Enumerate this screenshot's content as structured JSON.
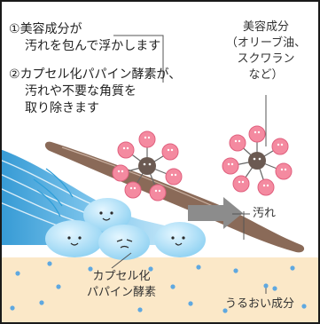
{
  "steps": [
    {
      "num": "①",
      "line1": "美容成分が",
      "line2": "汚れを包んで浮かします"
    },
    {
      "num": "②",
      "line1": "カプセル化パパイン酵素が、",
      "line2": "汚れや不要な角質を",
      "line3": "取り除きます"
    }
  ],
  "beauty_label": [
    "美容成分",
    "（オリーブ油、",
    "スクワラン",
    "など）"
  ],
  "dirt_label": "汚れ",
  "enzyme_label": [
    "カプセル化",
    "パパイン酵素"
  ],
  "moisture_label": "うるおい成分",
  "colors": {
    "skin": "#fbe8c8",
    "dirt": "#8a6a58",
    "wave": "#2f9ed8",
    "capsule": "#a6dcf5",
    "flower_pink": "#f48aa0",
    "arrow": "#8c8c8c",
    "dot": "#5fa8e0"
  }
}
